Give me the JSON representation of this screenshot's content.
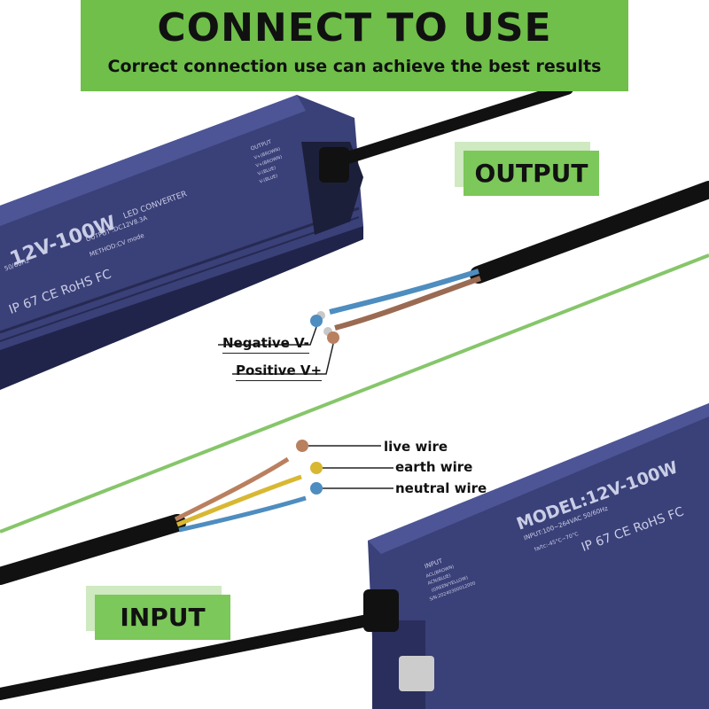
{
  "header": {
    "title": "CONNECT TO USE",
    "subtitle": "Correct connection use can achieve the best results"
  },
  "tags": {
    "output": "OUTPUT",
    "input": "INPUT"
  },
  "output_wires": {
    "negative": "Negative V-",
    "positive": "Positive V+"
  },
  "input_wires": {
    "live": "live wire",
    "earth": "earth wire",
    "neutral": "neutral wire"
  },
  "top_device": {
    "model": "12V-100W",
    "name": "LED CONVERTER",
    "output_spec": "OUTPUT :DC12V8.3A",
    "method": "METHOD:CV mode",
    "freq": "50/60Hz",
    "cert": "IP 67  CE RoHS FC",
    "terminal_title": "OUTPUT",
    "terminals": [
      "V+(BROWN)",
      "V+(BROWN)",
      "V-(BLUE)",
      "V-(BLUE)"
    ]
  },
  "bottom_device": {
    "model": "MODEL:12V-100W",
    "input_spec": "INPUT:100~264VAC 50/60Hz",
    "temp": "ta/tc:-45°C~70°C",
    "cert": "IP 67  CE RoHS FC",
    "terminal_title": "INPUT",
    "terminals": [
      "ACL(BROWN)",
      "ACN(BLUE)",
      "(GREEN/YELLOW)"
    ],
    "serial": "S/N:20240300012000"
  },
  "colors": {
    "banner": "#6fbf4a",
    "tag": "#7cc85a",
    "housing": "#2f3460",
    "brown_wire": "#9a6b52",
    "blue_wire": "#4e8dbf",
    "yellow_wire": "#d8b832"
  }
}
